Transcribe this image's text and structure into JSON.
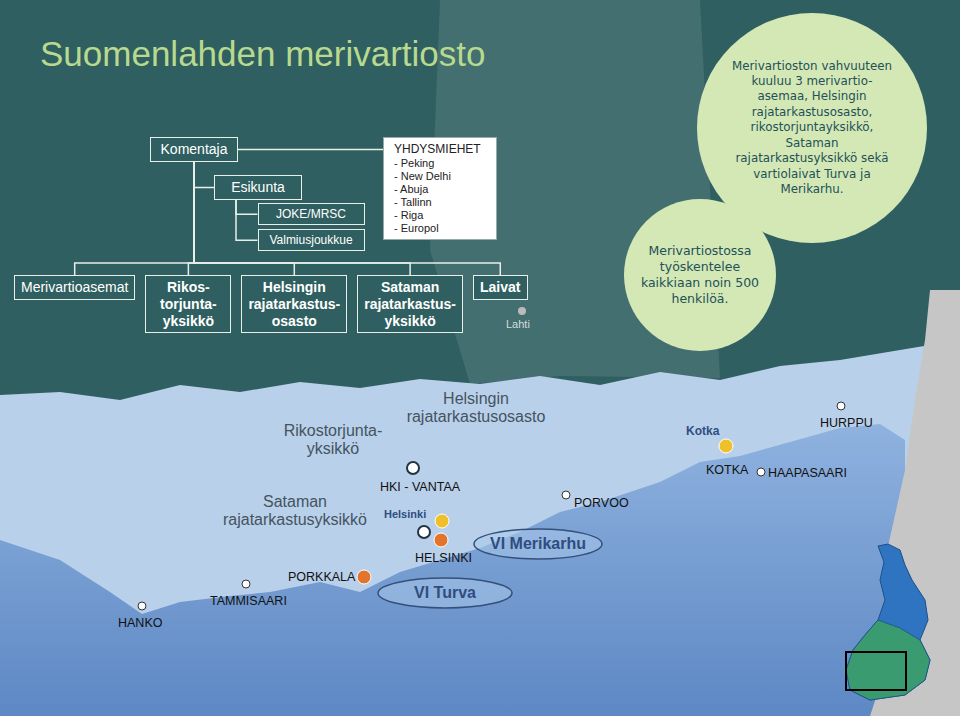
{
  "diagram": {
    "title": "Suomenlahden merivartiosto",
    "nodes": [
      {
        "text": [
          "Komentaja"
        ]
      },
      {
        "text": [
          "Esikunta"
        ]
      },
      {
        "text": [
          "JOKE/MRSC"
        ]
      },
      {
        "text": [
          "Valmiusjoukkue"
        ]
      },
      {
        "text": [
          "YHDYSMIEHET",
          "- Peking",
          "- New Delhi",
          "- Abuja",
          "- Tallinn",
          "- Riga",
          "- Europol"
        ]
      },
      {
        "text": [
          "Merivartioasemat"
        ]
      },
      {
        "text": [
          "Rikos- torjunta- yksikkö"
        ]
      },
      {
        "text": [
          "Helsingin rajatarkastus- osasto"
        ]
      },
      {
        "text": [
          "Sataman rajatarkastus- yksikkö"
        ]
      },
      {
        "text": [
          "Laivat"
        ]
      },
      {
        "text": [
          "Merivartioston vahvuuteen kuuluu 3 merivartio- asemaa, Helsingin rajatarkastusosasto, rikostorjuntayksikkö, Sataman rajatarkastusyksikkö sekä vartiolaivat Turva ja Merikarhu."
        ]
      },
      {
        "text": [
          "Merivartiostossa työskentelee kaikkiaan noin 500 henkilöä."
        ]
      },
      {
        "text": [
          "VI Merikarhu"
        ]
      },
      {
        "text": [
          "VI Turva"
        ]
      }
    ],
    "edges": [
      {
        "from": 0,
        "to": 4,
        "arrow": "none"
      },
      {
        "from": 0,
        "to": 1,
        "arrow": "none"
      },
      {
        "from": 1,
        "to": 2,
        "arrow": "none"
      },
      {
        "from": 1,
        "to": 3,
        "arrow": "none"
      },
      {
        "from": 0,
        "to": 5,
        "arrow": "none"
      },
      {
        "from": 0,
        "to": 6,
        "arrow": "none"
      },
      {
        "from": 0,
        "to": 7,
        "arrow": "none"
      },
      {
        "from": 0,
        "to": 8,
        "arrow": "none"
      },
      {
        "from": 0,
        "to": 9,
        "arrow": "none"
      }
    ],
    "labels": [
      "Lahti",
      "Helsingin rajatarkastusosasto",
      "Rikostorjunta- yksikkö",
      "Sataman rajatarkastusyksikkö",
      "HKI - VANTAA",
      "Helsinki",
      "HELSINKI",
      "PORVOO",
      "PORKKALA",
      "TAMMISAARI",
      "HANKO",
      "Kotka",
      "KOTKA",
      "HAAPASAARI",
      "HURPPU"
    ]
  }
}
